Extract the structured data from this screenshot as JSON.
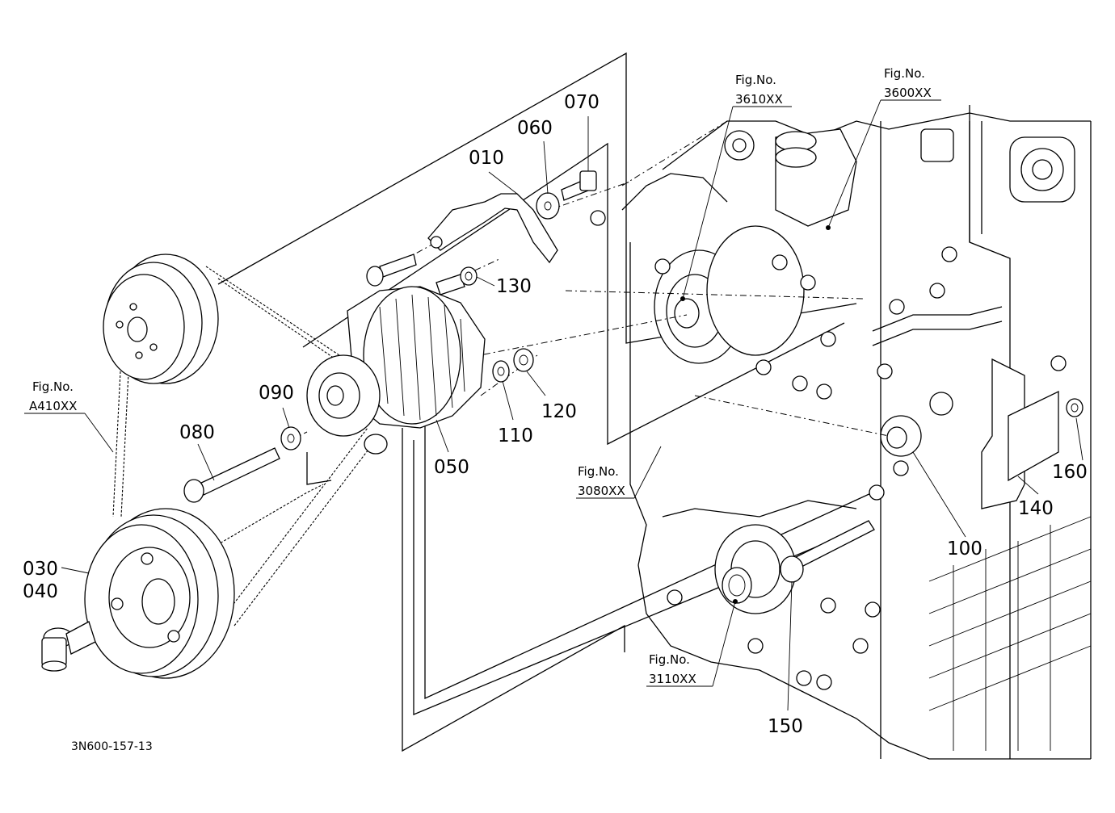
{
  "part_numbers": {
    "p010": "010",
    "p030": "030",
    "p040": "040",
    "p050": "050",
    "p060": "060",
    "p070": "070",
    "p080": "080",
    "p090": "090",
    "p100": "100",
    "p110": "110",
    "p120": "120",
    "p130": "130",
    "p140": "140",
    "p150": "150",
    "p160": "160"
  },
  "figure_refs": {
    "fig_a410": {
      "label": "Fig.No.",
      "code": "A410XX"
    },
    "fig_3610": {
      "label": "Fig.No.",
      "code": "3610XX"
    },
    "fig_3600": {
      "label": "Fig.No.",
      "code": "3600XX"
    },
    "fig_3080": {
      "label": "Fig.No.",
      "code": "3080XX"
    },
    "fig_3110": {
      "label": "Fig.No.",
      "code": "3110XX"
    }
  },
  "drawing_code": "3N600-157-13"
}
